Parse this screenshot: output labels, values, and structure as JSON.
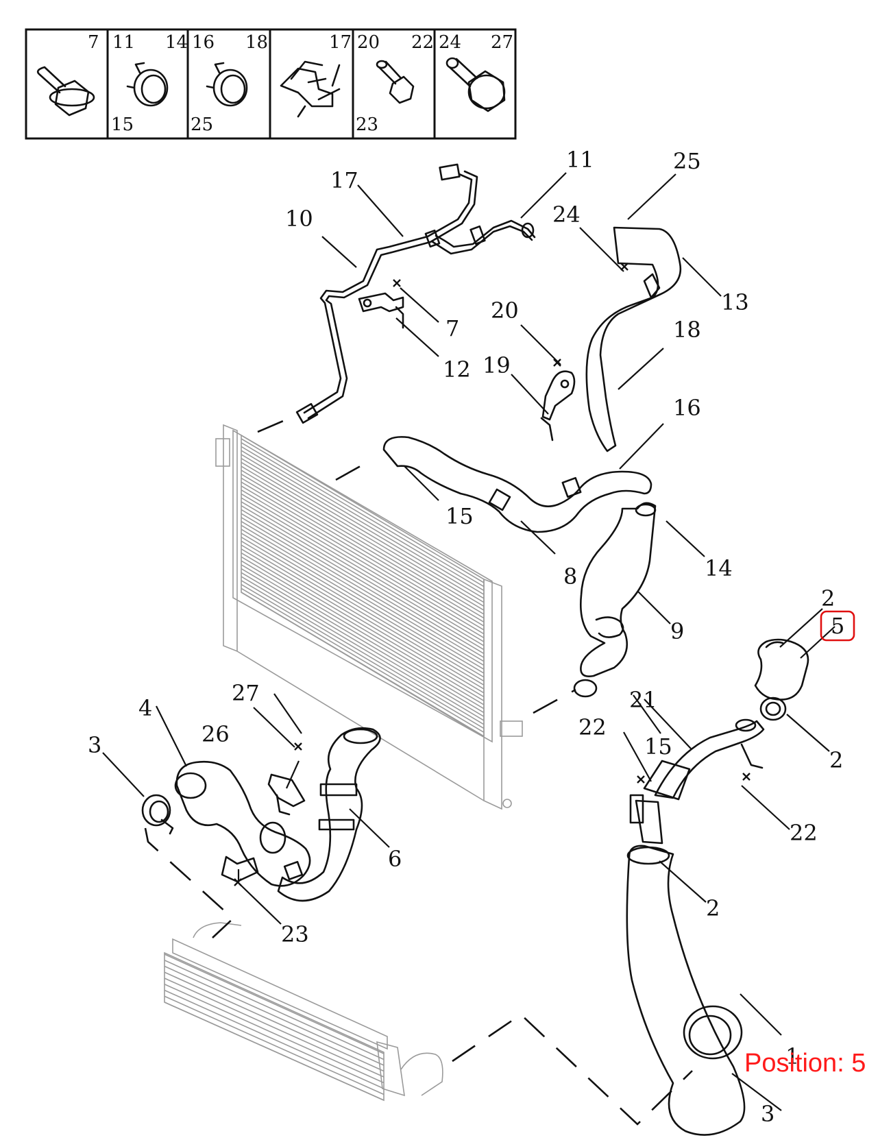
{
  "legend": {
    "cells": [
      {
        "tl": "7",
        "tr": "",
        "bl": "",
        "icon": "flange-bolt-icon"
      },
      {
        "tl": "11",
        "tr": "14",
        "bl": "15",
        "icon": "hose-clamp-icon"
      },
      {
        "tl": "16",
        "tr": "18",
        "bl": "25",
        "icon": "hose-clamp-icon"
      },
      {
        "tl": "",
        "tr": "17",
        "bl": "",
        "icon": "pipe-clip-icon"
      },
      {
        "tl": "20",
        "tr": "22",
        "bl": "23",
        "icon": "stud-bolt-icon"
      },
      {
        "tl": "24",
        "tr": "27",
        "bl": "",
        "icon": "hex-bolt-icon"
      }
    ]
  },
  "callouts": {
    "c1": "1",
    "c2a": "2",
    "c2b": "2",
    "c2c": "2",
    "c3a": "3",
    "c3b": "3",
    "c4": "4",
    "c5": "5",
    "c6": "6",
    "c7": "7",
    "c8": "8",
    "c9": "9",
    "c10": "10",
    "c11": "11",
    "c12": "12",
    "c13": "13",
    "c14": "14",
    "c15a": "15",
    "c15b": "15",
    "c16": "16",
    "c17": "17",
    "c18": "18",
    "c19": "19",
    "c20": "20",
    "c21": "21",
    "c22a": "22",
    "c22b": "22",
    "c23": "23",
    "c24": "24",
    "c25": "25",
    "c26": "26",
    "c27": "27"
  },
  "highlight": {
    "callout": "5",
    "color": "#e01010"
  },
  "position_label": "Position: 5",
  "colors": {
    "line": "#111111",
    "ghost": "#9a9a9a",
    "position_text": "#ff1a1a"
  }
}
